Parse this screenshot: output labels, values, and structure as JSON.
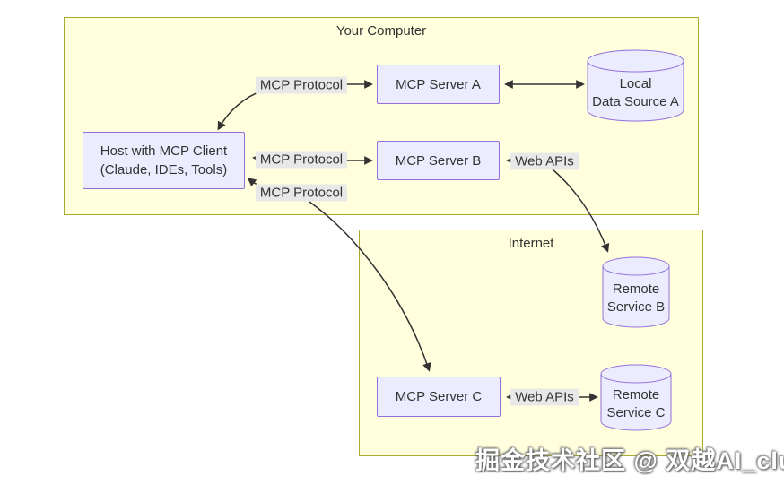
{
  "groups": {
    "your_computer": {
      "title": "Your Computer"
    },
    "internet": {
      "title": "Internet"
    }
  },
  "nodes": {
    "host": {
      "line1": "Host with MCP Client",
      "line2": "(Claude, IDEs, Tools)"
    },
    "server_a": {
      "label": "MCP Server A"
    },
    "server_b": {
      "label": "MCP Server B"
    },
    "server_c": {
      "label": "MCP Server C"
    },
    "data_source_a": {
      "line1": "Local",
      "line2": "Data Source A"
    },
    "remote_service_b": {
      "line1": "Remote",
      "line2": "Service B"
    },
    "remote_service_c": {
      "line1": "Remote",
      "line2": "Service C"
    }
  },
  "edge_labels": {
    "host_server_a": "MCP Protocol",
    "host_server_b": "MCP Protocol",
    "host_server_c": "MCP Protocol",
    "server_b_remote_b": "Web APIs",
    "server_c_remote_c": "Web APIs"
  },
  "watermark": "掘金技术社区 @ 双越AI_club",
  "colors": {
    "node_fill": "#ECECFF",
    "node_border": "#9370DB",
    "group_fill": "#ffffde",
    "group_border": "#aaaa33",
    "edge_label_bg": "#e8e8e8",
    "text": "#333333",
    "edge_line": "#333333"
  }
}
